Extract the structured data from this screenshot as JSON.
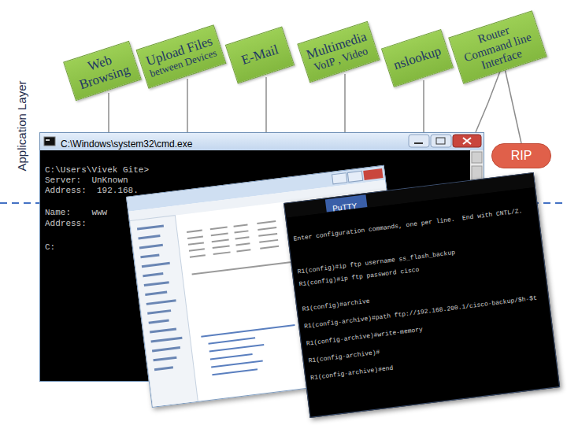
{
  "diagram": {
    "nodes": [
      {
        "text": [
          "Web Browsing"
        ]
      },
      {
        "text": [
          "Upload Files",
          "between Devices"
        ]
      },
      {
        "text": [
          "E-Mail"
        ]
      },
      {
        "text": [
          "Multimedia",
          "VoIP , Video"
        ]
      },
      {
        "text": [
          "nslookup"
        ]
      },
      {
        "text": [
          "Router Command line Interface"
        ]
      },
      {
        "text": [
          "RIP"
        ]
      }
    ],
    "edges": [
      {
        "from": 5,
        "to": 6,
        "arrow": "none"
      }
    ],
    "labels": [
      "Application Layer",
      "C:\\Windows\\system32\\cmd.exe",
      "C:\\Users\\Vivek Gite>",
      "Server:  UnKnown",
      "Address:  192.168.",
      "Name:    www",
      "Address:",
      "C:",
      "PuTTY",
      "Enter configuration commands, one per line.  End with CNTL/Z.",
      "R1(config)#ip ftp username ss_flash_backup",
      "R1(config)#ip ftp password cisco",
      "R1(config)#archive",
      "R1(config-archive)#path ftp://192.168.200.1/cisco-backup/$h-$t",
      "R1(config-archive)#write-memory",
      "R1(config-archive)#",
      "R1(config-archive)#end"
    ]
  }
}
